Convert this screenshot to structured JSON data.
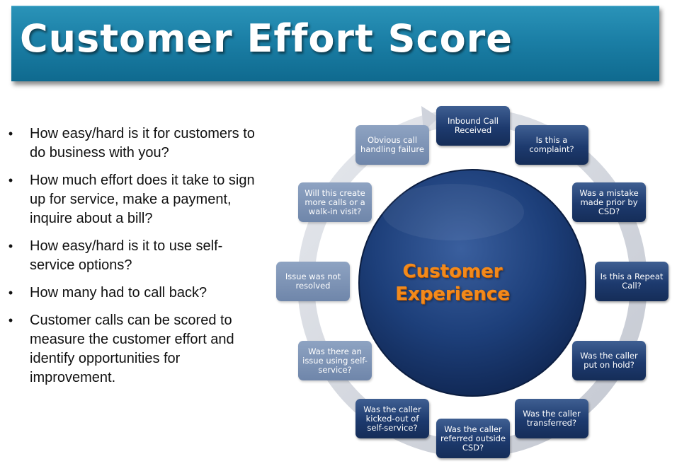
{
  "title": "Customer Effort Score",
  "bullets": [
    "How easy/hard is it for customers to do business with you?",
    "How much effort does it take to sign up for service, make a payment, inquire about a bill?",
    "How easy/hard is it to use self-service options?",
    "How many had to call back?",
    "Customer calls can be scored to measure the customer effort and identify opportunities for improvement."
  ],
  "bullet_symbol": "•",
  "center": {
    "line1": "Customer",
    "line2": "Experience"
  },
  "nodes": [
    "Inbound Call Received",
    "Is this a complaint?",
    "Was a mistake made prior by CSD?",
    "Is this a Repeat Call?",
    "Was the caller put on hold?",
    "Was the caller transferred?",
    "Was the caller referred outside CSD?",
    "Was the caller kicked-out of self-service?",
    "Was there an issue using self-service?",
    "Issue was not resolved",
    "Will this create more calls or a walk-in visit?",
    "Obvious call handling failure"
  ],
  "colors": {
    "title_bar": "#1b7fa6",
    "node_dark": "#1d3a6e",
    "node_light": "#7a8fb0",
    "center_circle": "#1d3f7a",
    "center_text": "#f28a1c",
    "ring": "#c8ccd6"
  }
}
